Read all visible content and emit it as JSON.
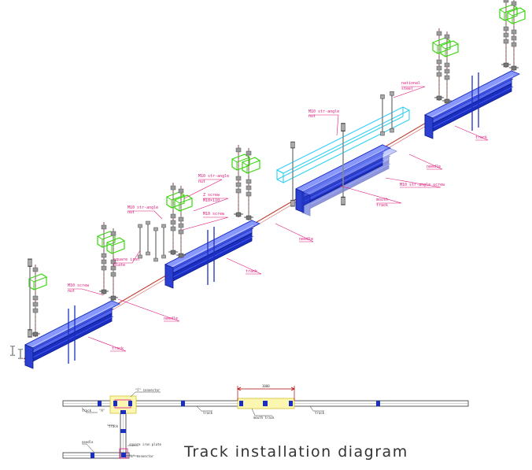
{
  "title": "Track installation diagram",
  "colors": {
    "track": "#1b2fbf",
    "track_light": "#5566ee",
    "needle": "#c0392b",
    "angle": "#37d60c",
    "rod": "#8a8a8a",
    "cyan_frame": "#2fd0f0",
    "label": "#e0157a",
    "leader": "#e0157a",
    "dim": "#b00000"
  },
  "labels": {
    "m10_screw": "M10 screw",
    "nut_a": "nut",
    "square_iron_plate": "square iron",
    "plate": "plate",
    "m10_steel_angle_1": "M10 str-angle",
    "nut_b": "nut",
    "z_screw": "Z screw",
    "z_screw_sub": "M10×110",
    "m10_screw_2": "M10 screw",
    "m10_steel_angle_2": "M10 str-angle",
    "nut_c": "nut",
    "m10_steel_angle_3": "M10 str-angle",
    "nut_d": "nut",
    "national_steel": "national",
    "national_steel_2": "steel",
    "m10_steel_angle_screw": "M10 str-angle screw",
    "mouth_track": "mouth",
    "mouth_track_2": "track",
    "needle_1": "needle",
    "needle_2": "needle",
    "needle_3": "needle",
    "track_1": "track",
    "track_2": "track",
    "track_3": "track"
  },
  "plan": {
    "dimension": "1000",
    "f_connector": "\"F\" connector",
    "a_marker": "\"A\"",
    "track_a": "track",
    "track_b": "track",
    "track_c": "track",
    "track_d": "track",
    "mouth_track": "mouth track",
    "needle": "needle",
    "square_iron_plate": "square iron plate",
    "l_connector": "\"L\" connector"
  }
}
